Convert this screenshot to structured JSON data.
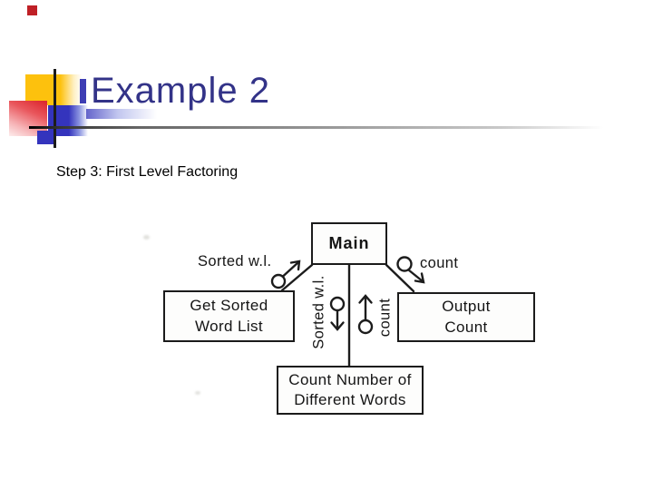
{
  "slide": {
    "title": "Example 2",
    "subtitle": "Step 3: First Level Factoring"
  },
  "diagram": {
    "boxes": {
      "main": {
        "label": "Main"
      },
      "get_sorted": {
        "line1": "Get Sorted",
        "line2": "Word List"
      },
      "output": {
        "line1": "Output",
        "line2": "Count"
      },
      "count_number": {
        "line1": "Count Number of",
        "line2": "Different Words"
      }
    },
    "labels": {
      "top_left": "Sorted w.l.",
      "top_right": "count",
      "mid_left": "Sorted w.l.",
      "mid_right": "count"
    }
  },
  "colors": {
    "title_text": "#333388",
    "deco_yellow": "#FDC10D",
    "deco_red": "#DD2A31",
    "deco_blue": "#3434BD",
    "diagram_ink": "#1B1B1B"
  }
}
